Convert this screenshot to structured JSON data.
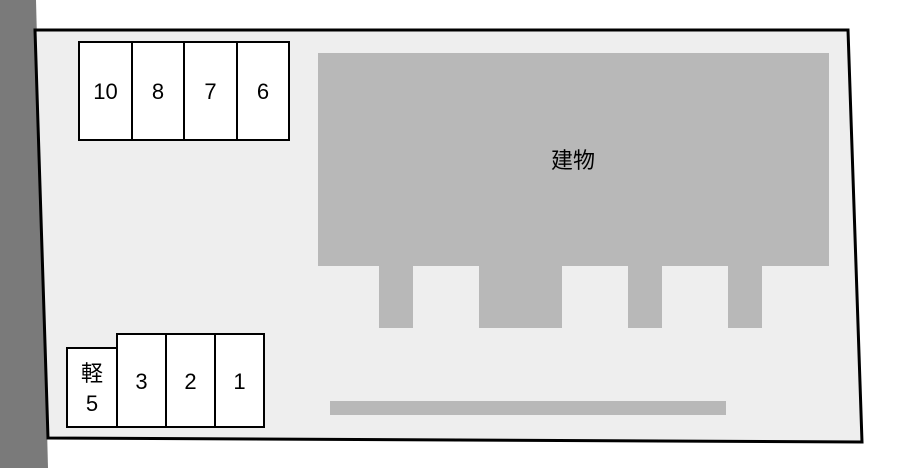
{
  "colors": {
    "road": "#7a7a7a",
    "lot": "#eeeeee",
    "lot_border": "#000000",
    "building": "#b8b8b8",
    "slot_fill": "#ffffff",
    "slot_border": "#000000",
    "curb": "#b8b8b8"
  },
  "building": {
    "label": "建物"
  },
  "slots_top": [
    {
      "label": "10"
    },
    {
      "label": "8"
    },
    {
      "label": "7"
    },
    {
      "label": "6"
    }
  ],
  "slots_bottom": [
    {
      "label_line1": "軽",
      "label_line2": "5"
    },
    {
      "label": "3"
    },
    {
      "label": "2"
    },
    {
      "label": "1"
    }
  ]
}
